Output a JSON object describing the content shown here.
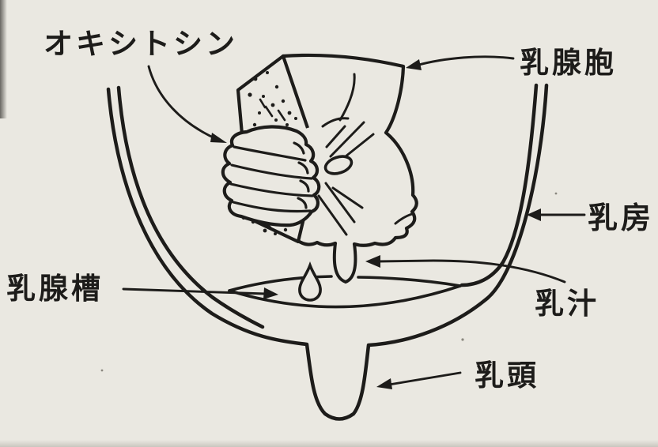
{
  "figure": {
    "title_implicit": "Milk ejection by oxytocin (hand squeezing sponge analogy)",
    "background_color": "#eae8e1",
    "ink_color": "#1d1c1a",
    "labels": {
      "oxytocin": "オキシトシン",
      "alveoli": "乳腺胞",
      "udder": "乳房",
      "milk": "乳汁",
      "gland_cistern": "乳腺槽",
      "teat": "乳頭"
    }
  }
}
